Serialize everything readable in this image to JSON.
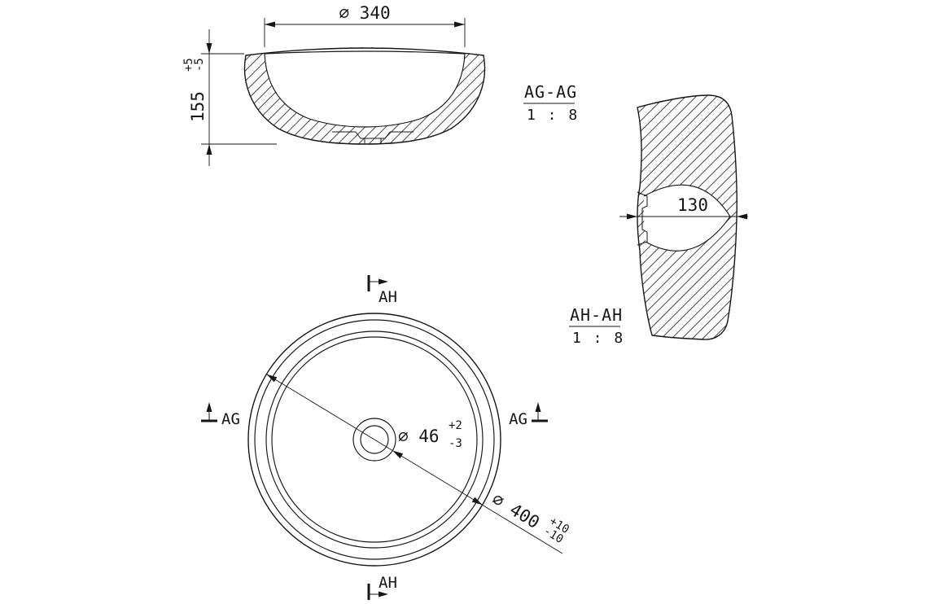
{
  "drawing": {
    "section_ag": {
      "title": "AG-AG",
      "scale": "1 : 8",
      "dim_diameter": "⌀ 340",
      "dim_height": "155",
      "dim_height_tol_plus": "+5",
      "dim_height_tol_minus": "-5"
    },
    "section_ah": {
      "title": "AH-AH",
      "scale": "1 : 8",
      "dim_depth": "130"
    },
    "plan": {
      "dim_drain_diameter": "⌀ 46",
      "dim_drain_tol_plus": "+2",
      "dim_drain_tol_minus": "-3",
      "dim_outer_diameter": "⌀ 400",
      "dim_outer_tol_plus": "+10",
      "dim_outer_tol_minus": "-10",
      "marker_ah": "AH",
      "marker_ag": "AG"
    },
    "colors": {
      "line": "#161616",
      "background": "#ffffff"
    }
  }
}
